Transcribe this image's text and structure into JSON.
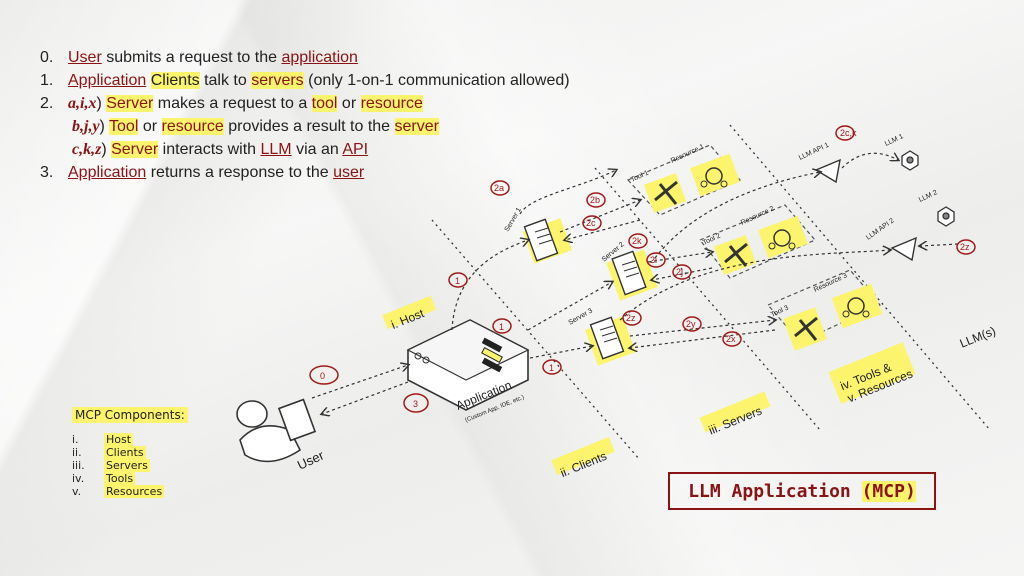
{
  "steps": [
    {
      "num": "0.",
      "parts": [
        {
          "t": "User",
          "s": "u"
        },
        {
          "t": " submits a request to the "
        },
        {
          "t": "application",
          "s": "u"
        }
      ]
    },
    {
      "num": "1.",
      "parts": [
        {
          "t": "Application",
          "s": "u"
        },
        {
          "t": " "
        },
        {
          "t": "Clients",
          "s": "hl"
        },
        {
          "t": " talk to "
        },
        {
          "t": "servers",
          "s": "hu"
        },
        {
          "t": " (only 1-on-1 communication allowed)"
        }
      ]
    },
    {
      "num": "2.",
      "parts": [
        {
          "t": "a,i,x",
          "s": "it"
        },
        {
          "t": ") "
        },
        {
          "t": "Server",
          "s": "hu"
        },
        {
          "t": " makes a request to a "
        },
        {
          "t": "tool",
          "s": "hu"
        },
        {
          "t": " or "
        },
        {
          "t": "resource",
          "s": "hu"
        }
      ]
    },
    {
      "num": "",
      "parts": [
        {
          "t": "b,j,y",
          "s": "it"
        },
        {
          "t": ") "
        },
        {
          "t": "Tool",
          "s": "hu"
        },
        {
          "t": " or "
        },
        {
          "t": "resource",
          "s": "hu"
        },
        {
          "t": " provides a result to the "
        },
        {
          "t": "server",
          "s": "hu"
        }
      ]
    },
    {
      "num": "",
      "parts": [
        {
          "t": "c,k,z",
          "s": "it"
        },
        {
          "t": ") "
        },
        {
          "t": "Server",
          "s": "hu"
        },
        {
          "t": " interacts with "
        },
        {
          "t": "LLM",
          "s": "u"
        },
        {
          "t": " via an "
        },
        {
          "t": "API",
          "s": "u"
        }
      ]
    },
    {
      "num": "3.",
      "parts": [
        {
          "t": "Application",
          "s": "u"
        },
        {
          "t": " returns a response to the "
        },
        {
          "t": "user",
          "s": "u"
        }
      ]
    }
  ],
  "diagram": {
    "host_label": "i. Host",
    "clients_label": "ii. Clients",
    "servers_label": "iii. Servers",
    "tools_label_1": "iv. Tools &",
    "tools_label_2": "v. Resources",
    "llms_label": "LLM(s)",
    "app_label": "Application",
    "app_sub": "(Custom App, IDE, etc.)",
    "user_label": "User",
    "server1": "Server 1",
    "server2": "Server 2",
    "server3": "Server 3",
    "tool1": "Tool 1",
    "tool2": "Tool 2",
    "tool3": "Tool 3",
    "res1": "Resource 1",
    "res2": "Resource 2",
    "res3": "Resource 3",
    "api1": "LLM API 1",
    "api2": "LLM API 2",
    "llm1": "LLM 1",
    "llm2": "LLM 2",
    "m0": "0",
    "m1": "1",
    "m3": "3",
    "m2a": "2a",
    "m2b": "2b",
    "m2c": "2c",
    "m2i": "2i",
    "m2j": "2j",
    "m2k": "2k",
    "m2x": "2x",
    "m2y": "2y",
    "m2z": "2z",
    "m2ck": "2c,k"
  },
  "components": {
    "title": "MCP Components:",
    "items": [
      {
        "roman": "i.",
        "name": "Host"
      },
      {
        "roman": "ii.",
        "name": "Clients"
      },
      {
        "roman": "iii.",
        "name": "Servers"
      },
      {
        "roman": "iv.",
        "name": "Tools"
      },
      {
        "roman": "v.",
        "name": "Resources"
      }
    ]
  },
  "title_box": {
    "pre": "LLM Application ",
    "hl": "(MCP)"
  },
  "colors": {
    "accent": "#8a1414",
    "highlight": "#fbf46c"
  }
}
